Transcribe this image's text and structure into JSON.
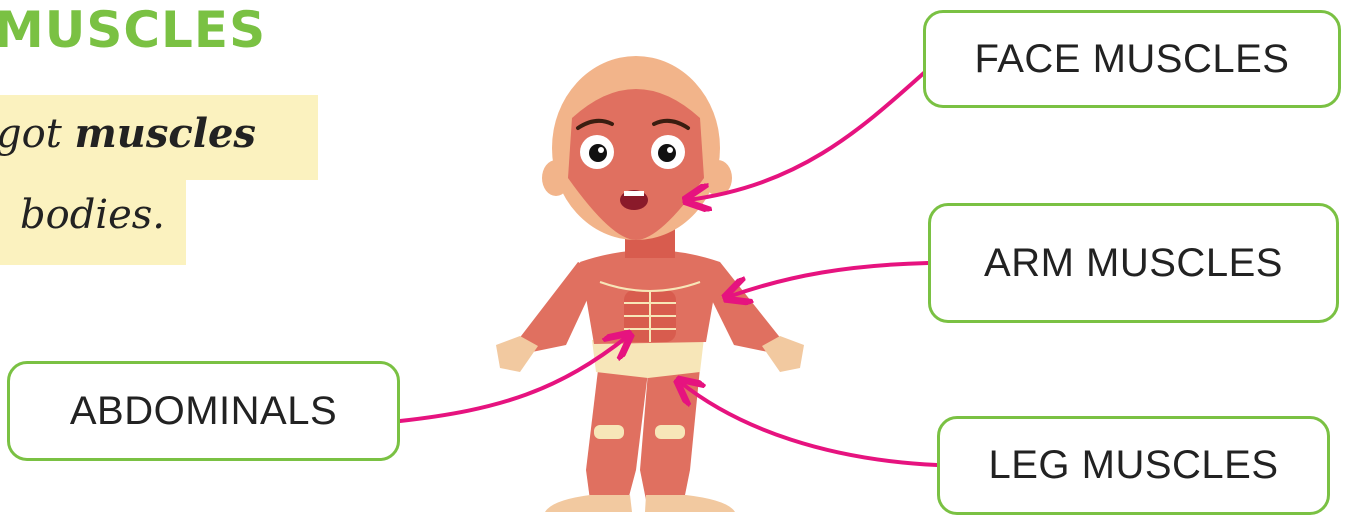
{
  "title": "MUSCLES",
  "intro": {
    "line1_prefix": "got ",
    "line1_bold": "muscles",
    "line2": "bodies."
  },
  "labels": {
    "face": "FACE MUSCLES",
    "arm": "ARM MUSCLES",
    "abdominals": "ABDOMINALS",
    "leg": "LEG MUSCLES"
  },
  "colors": {
    "title_green": "#7ac143",
    "box_border": "#7ac143",
    "arrow": "#e6137f",
    "highlight": "#fbf2bf",
    "muscle": "#e07060",
    "tendon": "#f7e6b8"
  }
}
